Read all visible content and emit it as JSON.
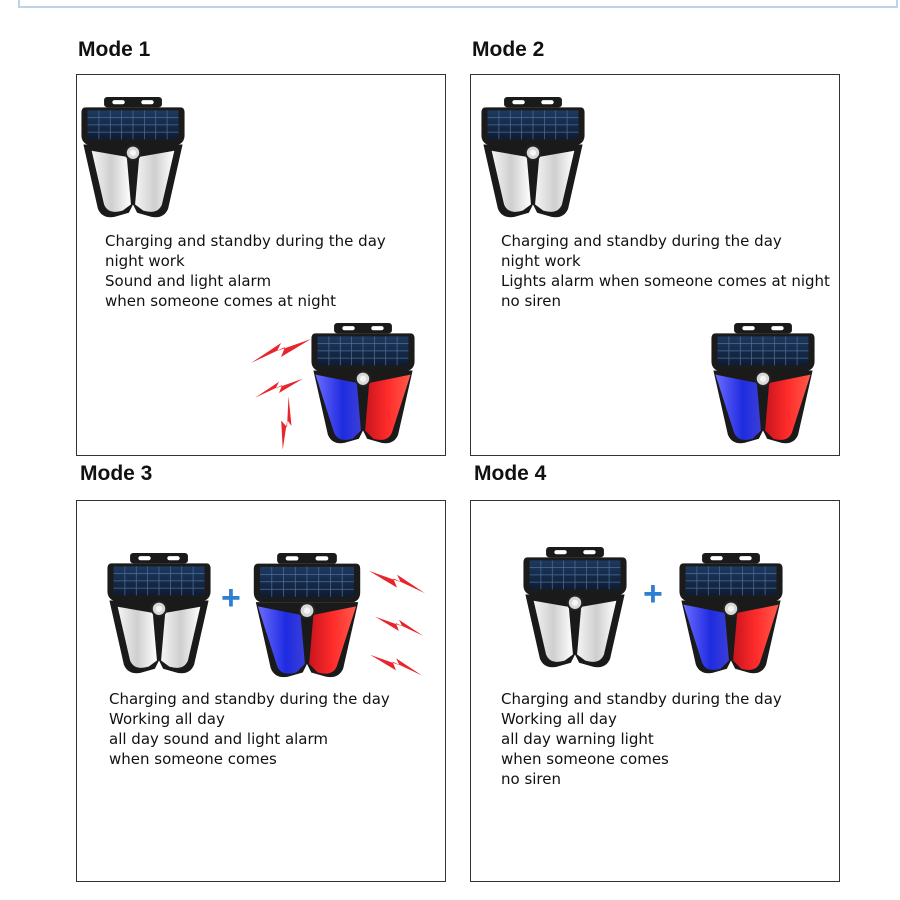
{
  "modes": [
    {
      "title": "Mode 1",
      "lines": [
        "Charging and standby during the day",
        "night work",
        "Sound and light alarm",
        "when someone comes at night"
      ]
    },
    {
      "title": "Mode 2",
      "lines": [
        "Charging and standby during the day",
        "night work",
        "Lights alarm when someone comes at night",
        "no siren"
      ]
    },
    {
      "title": "Mode 3",
      "plus": "+",
      "lines": [
        "Charging and standby during the day",
        "Working all day",
        "all day sound and light alarm",
        "when someone comes"
      ]
    },
    {
      "title": "Mode 4",
      "plus": "+",
      "lines": [
        "Charging and standby during the day",
        "Working all day",
        "all day warning light",
        "when someone comes",
        "no siren"
      ]
    }
  ],
  "colors": {
    "siren_red": "#e8252c",
    "alarm_blue": "#1f2be0",
    "plus_blue": "#2f7fd0"
  }
}
